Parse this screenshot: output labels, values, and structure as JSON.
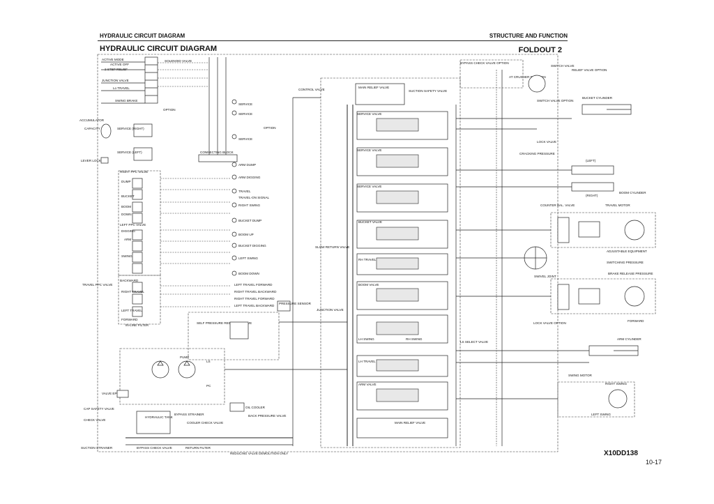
{
  "header": {
    "left": "HYDRAULIC CIRCUIT DIAGRAM",
    "right": "STRUCTURE AND FUNCTION",
    "title": "HYDRAULIC CIRCUIT DIAGRAM",
    "foldout": "FOLDOUT 2"
  },
  "footer": {
    "code": "X10DD138",
    "page": "10-17"
  },
  "labels": {
    "active_mode": "ACTIVE MODE",
    "active_off": "ACTIVE OFF",
    "two_step_relief": "2 STEP RELIEF",
    "junction_valve": "JUNCTION VALVE",
    "lo_travel": "Lo TRAVEL",
    "swing_brake": "SWING BRAKE",
    "solenoid_valve": "SOLENOID VALVE",
    "accumulator": "ACCUMULATOR",
    "accumulator_cap": "CAPACITY",
    "lever_lock": "LEVER LOCK",
    "service_right": "SERVICE (RIGHT)",
    "service_left": "SERVICE (LEFT)",
    "option": "OPTION",
    "service": "SERVICE",
    "connecting_block": "CONNECTING BLOCK",
    "arm_dump": "ARM DUMP",
    "arm_digging": "ARM DIGGING",
    "travel": "TRAVEL",
    "travel_on_signal": "TRAVEL-ON SIGNAL",
    "right_swing": "RIGHT SWING",
    "bucket_dump": "BUCKET DUMP",
    "boom_up": "BOOM UP",
    "bucket_digging": "BUCKET DIGGING",
    "left_swing": "LEFT SWING",
    "boom_down": "BOOM DOWN",
    "left_travel_forward": "LEFT TRAVEL FORWARD",
    "right_travel_backward": "RIGHT TRAVEL BACKWARD",
    "right_travel_forward": "RIGHT TRAVEL FORWARD",
    "left_travel_backward": "LEFT TRAVEL BACKWARD",
    "right_ppc": "RIGHT PPC VALVE",
    "left_ppc": "LEFT PPC VALVE",
    "travel_ppc": "TRAVEL PPC VALVE",
    "dump": "DUMP",
    "digging": "DIGGING",
    "bucket": "BUCKET",
    "boom": "BOOM",
    "down": "DOWN",
    "arm": "ARM",
    "swing": "SWING",
    "backward": "BACKWARD",
    "forward": "FORWARD",
    "right_travel": "RIGHT TRAVEL",
    "left_travel": "LEFT TRAVEL",
    "inline_filter": "IN-LINE FILTER",
    "self_pressure": "SELF PRESSURE REDUCING VALVE",
    "pump": "PUMP",
    "valve_epc": "VALVE EPC",
    "ls": "LS",
    "pc": "PC",
    "cap_safety": "CAP SAFETY VALVE",
    "check_valve": "CHECK VALVE",
    "hydraulic_tank": "HYDRAULIC TANK",
    "bypass_strainer": "BYPASS STRAINER",
    "cooler_check": "COOLER CHECK VALVE",
    "oil_cooler": "OIL COOLER",
    "back_pressure": "BACK PRESSURE VALVE",
    "suction_strainer": "SUCTION STRAINER",
    "bypass_check": "BYPASS CHECK VALVE",
    "return_filter": "RETURN FILTER",
    "reducing_valve": "REDUCING VALVE DEMOLITION ONLY",
    "control_valve": "CONTROL VALVE",
    "main_relief": "MAIN RELIEF VALVE",
    "suction_safety": "SUCTION SAFETY VALVE",
    "cracking_pressure": "CRACKING PRESSURE",
    "service_valve": "SERVICE VALVE",
    "bucket_valve": "BUCKET VALVE",
    "boom_valve": "BOOM VALVE",
    "lh_swing": "LH SWING",
    "rh_swing": "RH SWING",
    "lh_travel": "LH TRAVEL",
    "rh_travel": "RH TRAVEL",
    "arm_valve": "ARM VALVE",
    "ls_select": "LS SELECT VALVE",
    "slow_return": "SLOW RETURN VALVE",
    "junction_valve2": "JUNCTION VALVE",
    "pressure_sensor": "PRESSURE SENSOR",
    "bypass_check_option": "BYPASS CHECK VALVE OPTION",
    "at_crusher": "AT CRUSHER POSITION",
    "switch_valve": "SWITCH VALVE",
    "switch_valve_option": "SWITCH VALVE OPTION",
    "relief_valve_option": "RELIEF VALVE OPTION",
    "bucket_cylinder": "BUCKET CYLINDER",
    "lock_valve": "LOCK VALVE",
    "left": "(LEFT)",
    "right": "(RIGHT)",
    "boom_cylinder": "BOOM CYLINDER",
    "counter_bal": "COUNTER BAL. VALVE",
    "travel_motor": "TRAVEL MOTOR",
    "adjustable_equipment": "ADJUSTABLE EQUIPMENT",
    "switching_pressure": "SWITCHING PRESSURE",
    "brake_release": "BRAKE RELEASE PRESSURE",
    "swivel_joint": "SWIVEL JOINT",
    "arm_cylinder": "ARM CYLINDER",
    "swing_motor": "SWING MOTOR",
    "right_swing2": "RIGHT SWING",
    "left_swing2": "LEFT SWING",
    "lock_valve_option": "LOCK VALVE OPTION"
  }
}
